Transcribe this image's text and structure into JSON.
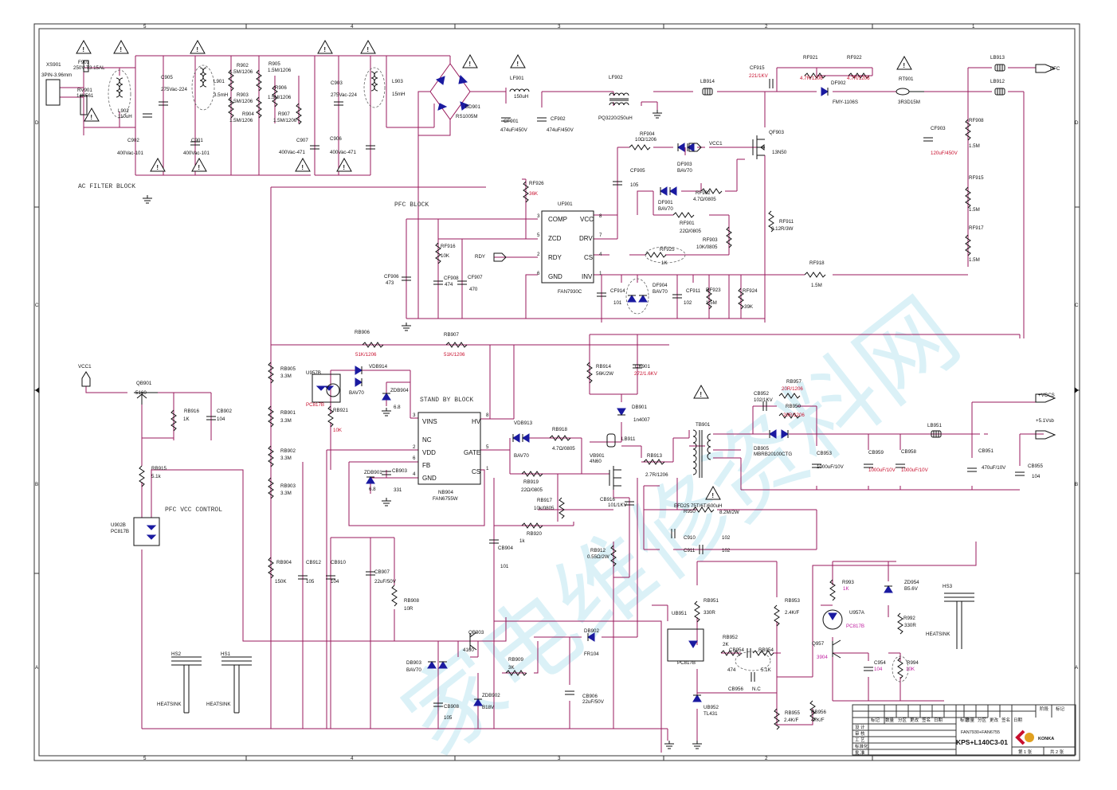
{
  "watermark": "家电维修资料网",
  "frame": {
    "columns": [
      "5",
      "4",
      "3",
      "2",
      "1"
    ],
    "rows": [
      "D",
      "C",
      "B",
      "A"
    ]
  },
  "blocks": {
    "ac_filter": "AC FILTER BLOCK",
    "pfc": "PFC BLOCK",
    "standby": "STAND BY BLOCK",
    "pfc_vcc": "PFC VCC CONTROL"
  },
  "nets": {
    "pfc": "PFC",
    "vcc1_top": "VCC1",
    "vcc1_left": "VCC1",
    "rdy": "RDY",
    "vccs": "+VCCS",
    "v51": "+5.1Vsb"
  },
  "ics": {
    "uf901": {
      "ref": "UF901",
      "part": "FAN7930C",
      "pins": {
        "comp": "COMP",
        "zcd": "ZCD",
        "rdy": "RDY",
        "gnd": "GND",
        "vcc": "VCC",
        "drv": "DRV",
        "cs": "CS",
        "inv": "INV"
      },
      "pinnums": [
        "3",
        "5",
        "2",
        "6",
        "8",
        "7",
        "4",
        "1"
      ]
    },
    "nb904": {
      "ref": "NB904",
      "part": "FAN6755W",
      "pins": {
        "vins": "VINS",
        "nc": "NC",
        "vdd": "VDD",
        "fb": "FB",
        "gnd": "GND",
        "hv": "HV",
        "gate": "GATE",
        "cs": "CS"
      },
      "pinnums": [
        "3",
        "2",
        "6",
        "4",
        "",
        "8",
        "5",
        "1"
      ]
    }
  },
  "labels": [
    {
      "id": "xs901",
      "t": "XS901"
    },
    {
      "id": "xs901v",
      "t": "3PIN-3.96mm"
    },
    {
      "id": "f901",
      "t": "F901"
    },
    {
      "id": "f901v",
      "t": "250V-T3.15AL"
    },
    {
      "id": "rv901",
      "t": "RV901"
    },
    {
      "id": "rv901v",
      "t": "14K561"
    },
    {
      "id": "l902",
      "t": "L902"
    },
    {
      "id": "l902v",
      "t": "110uH"
    },
    {
      "id": "c902",
      "t": "C902"
    },
    {
      "id": "c902v",
      "t": "400Vac-101"
    },
    {
      "id": "c905",
      "t": "C905"
    },
    {
      "id": "c905v",
      "t": "275Vac-224"
    },
    {
      "id": "l901",
      "t": "L901"
    },
    {
      "id": "l901v",
      "t": "3.5mH"
    },
    {
      "id": "c901",
      "t": "C901"
    },
    {
      "id": "c901v",
      "t": "400Vac-101"
    },
    {
      "id": "r902",
      "t": "R902"
    },
    {
      "id": "r902v",
      "t": "1.5M/1206"
    },
    {
      "id": "r903",
      "t": "R903"
    },
    {
      "id": "r903v",
      "t": "1.5M/1206"
    },
    {
      "id": "r904",
      "t": "R904"
    },
    {
      "id": "r904v",
      "t": "1.5M/1206"
    },
    {
      "id": "r905",
      "t": "R905"
    },
    {
      "id": "r905v",
      "t": "1.5M/1206"
    },
    {
      "id": "r906",
      "t": "R906"
    },
    {
      "id": "r906v",
      "t": "1.5M/1206"
    },
    {
      "id": "r907",
      "t": "R907"
    },
    {
      "id": "r907v",
      "t": "1.5M/1206"
    },
    {
      "id": "c907",
      "t": "C907"
    },
    {
      "id": "c907v",
      "t": "400Vac-471"
    },
    {
      "id": "c903",
      "t": "C903"
    },
    {
      "id": "c903v",
      "t": "275Vac-224"
    },
    {
      "id": "c906",
      "t": "C906"
    },
    {
      "id": "c906v",
      "t": "400Vac-471"
    },
    {
      "id": "l903",
      "t": "L903"
    },
    {
      "id": "l903v",
      "t": "15mH"
    },
    {
      "id": "bd901",
      "t": "BD901"
    },
    {
      "id": "bd901v",
      "t": "RS1005M"
    },
    {
      "id": "lf901",
      "t": "LF901"
    },
    {
      "id": "lf901v",
      "t": "150uH"
    },
    {
      "id": "cf901",
      "t": "CF901"
    },
    {
      "id": "cf901v",
      "t": "474uF/450V"
    },
    {
      "id": "cf902",
      "t": "CF902"
    },
    {
      "id": "cf902v",
      "t": "474uF/450V"
    },
    {
      "id": "lf902",
      "t": "LF902"
    },
    {
      "id": "lf902v",
      "t": "PQ3220/250uH"
    },
    {
      "id": "lb914",
      "t": "LB914"
    },
    {
      "id": "cf915",
      "t": "CF915"
    },
    {
      "id": "rf921",
      "t": "RF921"
    },
    {
      "id": "rf922",
      "t": "RF922"
    },
    {
      "id": "df902",
      "t": "DF902"
    },
    {
      "id": "df902v",
      "t": "FMY-1106S"
    },
    {
      "id": "rt901",
      "t": "RT901"
    },
    {
      "id": "rt901v",
      "t": "3R3D15M"
    },
    {
      "id": "lb913",
      "t": "LB913"
    },
    {
      "id": "lb912",
      "t": "LB912"
    },
    {
      "id": "rf904",
      "t": "RF904"
    },
    {
      "id": "rf904v",
      "t": "10Ω/1206"
    },
    {
      "id": "df903",
      "t": "DF903"
    },
    {
      "id": "df903v",
      "t": "BAV70"
    },
    {
      "id": "qf903",
      "t": "QF903"
    },
    {
      "id": "qf903v",
      "t": "13N50"
    },
    {
      "id": "cf905",
      "t": "CF905"
    },
    {
      "id": "cf905v",
      "t": "105"
    },
    {
      "id": "df901",
      "t": "DF901"
    },
    {
      "id": "df901v",
      "t": "BAV70"
    },
    {
      "id": "rf902",
      "t": "RF902"
    },
    {
      "id": "rf902v",
      "t": "4.7Ω/0805"
    },
    {
      "id": "rf901",
      "t": "RF901"
    },
    {
      "id": "rf901v",
      "t": "22Ω/0805"
    },
    {
      "id": "rf903",
      "t": "RF903"
    },
    {
      "id": "rf903v",
      "t": "10K/0805"
    },
    {
      "id": "rf911",
      "t": "RF911"
    },
    {
      "id": "rf911v",
      "t": "0.12R/3W"
    },
    {
      "id": "rf925",
      "t": "RF925"
    },
    {
      "id": "rf925v",
      "t": "1K"
    },
    {
      "id": "rf926",
      "t": "RF926"
    },
    {
      "id": "rf916",
      "t": "RF916"
    },
    {
      "id": "rf916v",
      "t": "10K"
    },
    {
      "id": "cf906",
      "t": "CF906"
    },
    {
      "id": "cf906v",
      "t": "473"
    },
    {
      "id": "cf908",
      "t": "CF908"
    },
    {
      "id": "cf908v",
      "t": "474"
    },
    {
      "id": "cf907",
      "t": "CF907"
    },
    {
      "id": "cf907v",
      "t": "470"
    },
    {
      "id": "cf914",
      "t": "CF914"
    },
    {
      "id": "cf914v",
      "t": "101"
    },
    {
      "id": "df904",
      "t": "DF904"
    },
    {
      "id": "df904v",
      "t": "BAV70"
    },
    {
      "id": "cf911",
      "t": "CF911"
    },
    {
      "id": "cf911v",
      "t": "102"
    },
    {
      "id": "rf923",
      "t": "RF923"
    },
    {
      "id": "rf923v",
      "t": "1.5M"
    },
    {
      "id": "rf924",
      "t": "RF924"
    },
    {
      "id": "rf924v",
      "t": "39K"
    },
    {
      "id": "rf918",
      "t": "RF918"
    },
    {
      "id": "rf918v",
      "t": "1.5M"
    },
    {
      "id": "cf903b",
      "t": "CF903"
    },
    {
      "id": "rf908",
      "t": "RF908"
    },
    {
      "id": "rf908v",
      "t": "1.5M"
    },
    {
      "id": "rf915",
      "t": "RF915"
    },
    {
      "id": "rf915v",
      "t": "1.5M"
    },
    {
      "id": "rf917",
      "t": "RF917"
    },
    {
      "id": "rf917v",
      "t": "1.5M"
    },
    {
      "id": "rb906",
      "t": "RB906"
    },
    {
      "id": "rb907",
      "t": "RB907"
    },
    {
      "id": "rb905",
      "t": "RB905"
    },
    {
      "id": "rb905v",
      "t": "3.3M"
    },
    {
      "id": "rb901",
      "t": "RB901"
    },
    {
      "id": "rb901v",
      "t": "3.3M"
    },
    {
      "id": "rb902",
      "t": "RB902"
    },
    {
      "id": "rb902v",
      "t": "3.3M"
    },
    {
      "id": "rb903",
      "t": "RB903"
    },
    {
      "id": "rb903v",
      "t": "3.3M"
    },
    {
      "id": "rb904",
      "t": "RB904"
    },
    {
      "id": "rb904v",
      "t": "150K"
    },
    {
      "id": "u957b",
      "t": "U957B"
    },
    {
      "id": "vdb914",
      "t": "VDB914"
    },
    {
      "id": "vdb914v",
      "t": "BAV70"
    },
    {
      "id": "zdb904",
      "t": "ZDB904"
    },
    {
      "id": "zdb904v",
      "t": "6.8"
    },
    {
      "id": "rb921",
      "t": "RB921"
    },
    {
      "id": "zdb901",
      "t": "ZDB901"
    },
    {
      "id": "zdb901v",
      "t": "6.8"
    },
    {
      "id": "cb903",
      "t": "CB903"
    },
    {
      "id": "cb903v",
      "t": "331"
    },
    {
      "id": "vdb913",
      "t": "VDB913"
    },
    {
      "id": "vdb913v",
      "t": "BAV70"
    },
    {
      "id": "rb918",
      "t": "RB918"
    },
    {
      "id": "rb918v",
      "t": "4.7Ω/0805"
    },
    {
      "id": "rb919",
      "t": "RB919"
    },
    {
      "id": "rb919v",
      "t": "22Ω/0805"
    },
    {
      "id": "rb917",
      "t": "RB917"
    },
    {
      "id": "rb917v",
      "t": "10k/0805"
    },
    {
      "id": "rb920",
      "t": "RB920"
    },
    {
      "id": "rb920v",
      "t": "1k"
    },
    {
      "id": "vb901",
      "t": "VB901"
    },
    {
      "id": "vb901v",
      "t": "4N60"
    },
    {
      "id": "rb914",
      "t": "RB914"
    },
    {
      "id": "rb914v",
      "t": "56K/2W"
    },
    {
      "id": "cb901",
      "t": "CB901"
    },
    {
      "id": "db901",
      "t": "DB901"
    },
    {
      "id": "db901v",
      "t": "1n4007"
    },
    {
      "id": "lb911",
      "t": "LB911"
    },
    {
      "id": "rb913",
      "t": "RB913"
    },
    {
      "id": "rb913v",
      "t": "2.7R/1206"
    },
    {
      "id": "cb916",
      "t": "CB916"
    },
    {
      "id": "cb916v",
      "t": "101/1KV"
    },
    {
      "id": "rb912",
      "t": "RB912"
    },
    {
      "id": "rb912v",
      "t": "0.55Ω/2W"
    },
    {
      "id": "cb904",
      "t": "CB904"
    },
    {
      "id": "cb904v",
      "t": "101"
    },
    {
      "id": "tb901",
      "t": "TB901"
    },
    {
      "id": "efd",
      "t": "EFD25 75T/6T/600uH"
    },
    {
      "id": "r950",
      "t": "R950"
    },
    {
      "id": "r950v",
      "t": "8.2M/2W"
    },
    {
      "id": "c910",
      "t": "C910"
    },
    {
      "id": "c910v",
      "t": "102"
    },
    {
      "id": "c911",
      "t": "C911"
    },
    {
      "id": "c911v",
      "t": "102"
    },
    {
      "id": "cb952",
      "t": "CB952"
    },
    {
      "id": "cb952v",
      "t": "102/1KV"
    },
    {
      "id": "rb957",
      "t": "RB957"
    },
    {
      "id": "rb950",
      "t": "RB950"
    },
    {
      "id": "db905",
      "t": "DB905"
    },
    {
      "id": "db905v",
      "t": "MBRB20100CTG"
    },
    {
      "id": "cb953",
      "t": "CB953"
    },
    {
      "id": "cb953v",
      "t": "1000uF/10V"
    },
    {
      "id": "cb959",
      "t": "CB959"
    },
    {
      "id": "cb958",
      "t": "CB958"
    },
    {
      "id": "lb951",
      "t": "LB951"
    },
    {
      "id": "cb951",
      "t": "CB951"
    },
    {
      "id": "cb951v",
      "t": "470uF/10V"
    },
    {
      "id": "cb955",
      "t": "CB955"
    },
    {
      "id": "cb955v",
      "t": "104"
    },
    {
      "id": "qb901",
      "t": "QB901"
    },
    {
      "id": "qb901v",
      "t": "5160"
    },
    {
      "id": "rb916",
      "t": "RB916"
    },
    {
      "id": "rb916v",
      "t": "1K"
    },
    {
      "id": "cb902",
      "t": "CB902"
    },
    {
      "id": "cb902v",
      "t": "104"
    },
    {
      "id": "rb915",
      "t": "RB915"
    },
    {
      "id": "rb915v",
      "t": "5.1k"
    },
    {
      "id": "u902b",
      "t": "U902B"
    },
    {
      "id": "u902bv",
      "t": "PC817B"
    },
    {
      "id": "cb912",
      "t": "CB912"
    },
    {
      "id": "cb912v",
      "t": "105"
    },
    {
      "id": "cb910",
      "t": "CB910"
    },
    {
      "id": "cb910v",
      "t": "104"
    },
    {
      "id": "cb907",
      "t": "CB907"
    },
    {
      "id": "cb907v",
      "t": "22uF/50V"
    },
    {
      "id": "rb908",
      "t": "RB908"
    },
    {
      "id": "rb908v",
      "t": "10R"
    },
    {
      "id": "qb903",
      "t": "QB903"
    },
    {
      "id": "qb903v",
      "t": "4160"
    },
    {
      "id": "db903",
      "t": "DB903"
    },
    {
      "id": "db903v",
      "t": "BAV70"
    },
    {
      "id": "rb909",
      "t": "RB909"
    },
    {
      "id": "rb909v",
      "t": "3K"
    },
    {
      "id": "db902",
      "t": "DB902"
    },
    {
      "id": "db902v",
      "t": "FR104"
    },
    {
      "id": "zdb902",
      "t": "ZDB902"
    },
    {
      "id": "zdb902v",
      "t": "B18V"
    },
    {
      "id": "cb908",
      "t": "CB908"
    },
    {
      "id": "cb908v",
      "t": "105"
    },
    {
      "id": "cb906",
      "t": "CB906"
    },
    {
      "id": "cb906v",
      "t": "22uF/50V"
    },
    {
      "id": "hs2",
      "t": "HS2"
    },
    {
      "id": "hs2v",
      "t": "HEATSINK"
    },
    {
      "id": "hs1",
      "t": "HS1"
    },
    {
      "id": "hs1v",
      "t": "HEATSINK"
    },
    {
      "id": "hs3",
      "t": "HS3"
    },
    {
      "id": "hs3v",
      "t": "HEATSINK"
    },
    {
      "id": "ub951",
      "t": "UB951"
    },
    {
      "id": "ub951v",
      "t": "PC817B"
    },
    {
      "id": "rb951",
      "t": "RB951"
    },
    {
      "id": "rb951v",
      "t": "330R"
    },
    {
      "id": "rb952",
      "t": "RB952"
    },
    {
      "id": "rb952v",
      "t": "2K"
    },
    {
      "id": "cb954",
      "t": "CB954"
    },
    {
      "id": "cb954v",
      "t": "474"
    },
    {
      "id": "rb954",
      "t": "RB954"
    },
    {
      "id": "rb954v",
      "t": "5.1K"
    },
    {
      "id": "cb956",
      "t": "CB956"
    },
    {
      "id": "cb956v",
      "t": "N.C"
    },
    {
      "id": "rb953",
      "t": "RB953"
    },
    {
      "id": "rb953v",
      "t": "2.4K/F"
    },
    {
      "id": "ub952",
      "t": "UB952"
    },
    {
      "id": "ub952v",
      "t": "TL431"
    },
    {
      "id": "rb955",
      "t": "RB955"
    },
    {
      "id": "rb955v",
      "t": "2.4K/F"
    },
    {
      "id": "rb956",
      "t": "RB956"
    },
    {
      "id": "rb956v",
      "t": "47K/F"
    },
    {
      "id": "r993",
      "t": "R993"
    },
    {
      "id": "u957a",
      "t": "U957A"
    },
    {
      "id": "q957",
      "t": "Q957"
    },
    {
      "id": "c954",
      "t": "C954"
    },
    {
      "id": "zd954",
      "t": "ZD954"
    },
    {
      "id": "zd954v",
      "t": "B5.6V"
    },
    {
      "id": "r992",
      "t": "R992"
    },
    {
      "id": "r992v",
      "t": "330R"
    },
    {
      "id": "r994",
      "t": "R994"
    }
  ],
  "red_labels": [
    {
      "id": "cf915v",
      "t": "221/1KV"
    },
    {
      "id": "rf921v",
      "t": "4.7R/1206"
    },
    {
      "id": "rf922v",
      "t": "4.7R/1206"
    },
    {
      "id": "rf926v",
      "t": "36K"
    },
    {
      "id": "cf903bv",
      "t": "120uF/450V"
    },
    {
      "id": "rb906v",
      "t": "51K/1206"
    },
    {
      "id": "rb907v",
      "t": "51K/1206"
    },
    {
      "id": "u957bv",
      "t": "PC817B"
    },
    {
      "id": "rb921v",
      "t": "10K"
    },
    {
      "id": "cb901v",
      "t": "272/1.6KV"
    },
    {
      "id": "rb957v",
      "t": "20R/1206"
    },
    {
      "id": "rb950v",
      "t": "20R/1206"
    },
    {
      "id": "cb959v",
      "t": "1000uF/10V"
    },
    {
      "id": "cb958v",
      "t": "1000uF/10V"
    }
  ],
  "mag_labels": [
    {
      "id": "r993v",
      "t": "1K"
    },
    {
      "id": "u957av",
      "t": "PC817B"
    },
    {
      "id": "q957v",
      "t": "3904"
    },
    {
      "id": "c954v",
      "t": "104"
    },
    {
      "id": "r994v",
      "t": "10K"
    }
  ],
  "title_block": {
    "sub": "FAN7930+FAN6755",
    "model": "KPS+L140C3-01",
    "brand": "KONKA",
    "cells_top": [
      "标记",
      "数量",
      "分区",
      "更改",
      "签名",
      "日期",
      "标记",
      "数量",
      "分区",
      "更改",
      "签名",
      "日期"
    ],
    "side": [
      "设 计",
      "审 核",
      "工 艺",
      "标准化",
      "批 准"
    ],
    "top_right": [
      "阶段",
      "标记"
    ],
    "page": [
      "第 1 张",
      "共 2 张"
    ]
  }
}
